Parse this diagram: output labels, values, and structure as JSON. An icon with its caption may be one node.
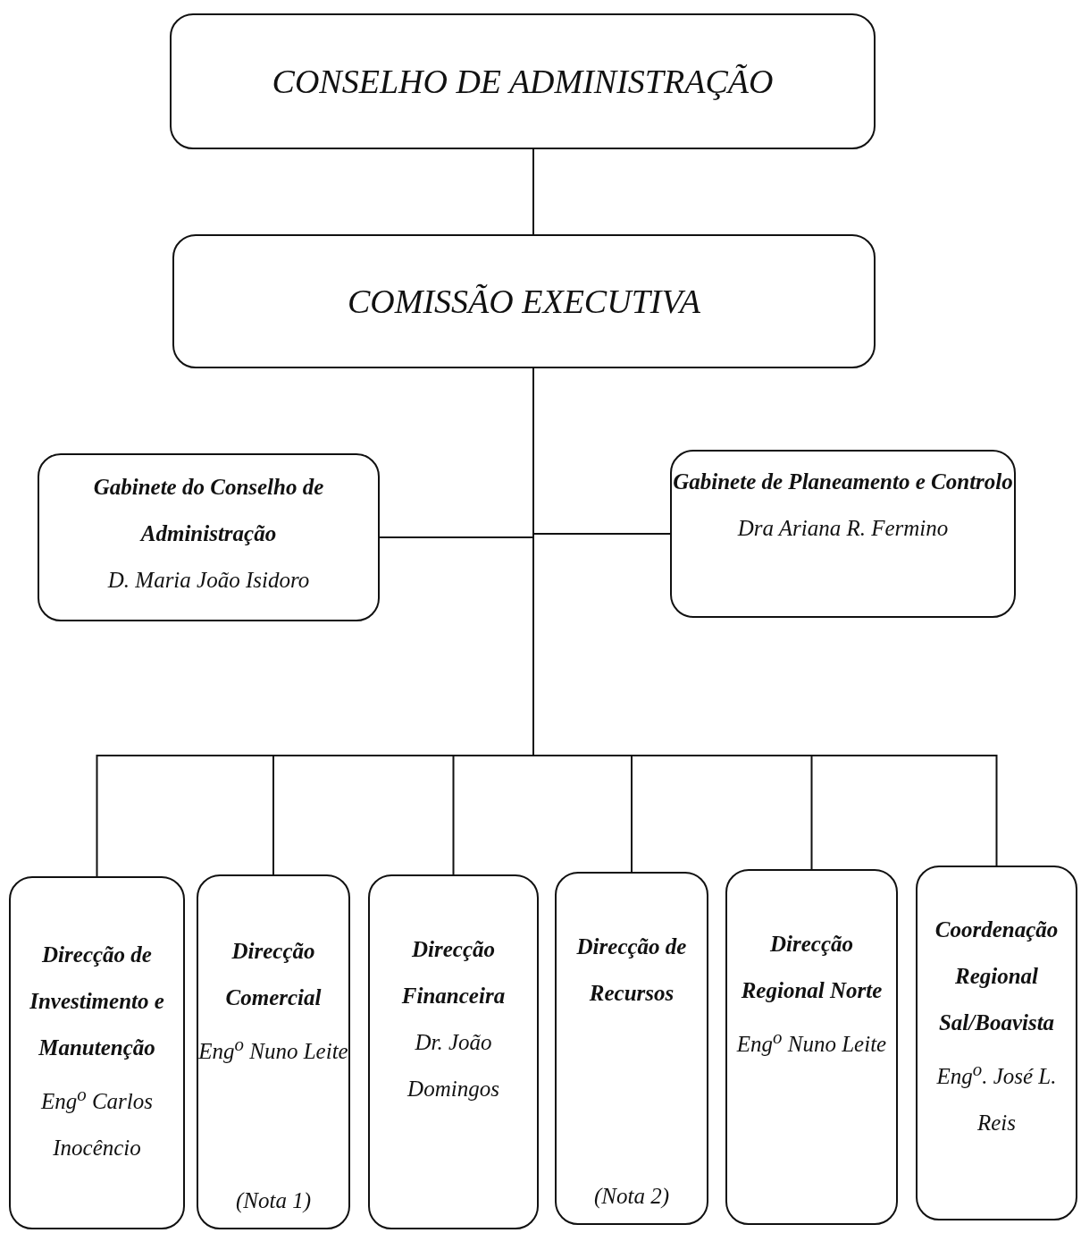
{
  "diagram": {
    "nodes": [
      {
        "text": [
          "CONSELHO DE ADMINISTRAÇÃO"
        ]
      },
      {
        "text": [
          "COMISSÃO EXECUTIVA"
        ]
      },
      {
        "text": [
          "Gabinete do Conselho de Administração",
          "D. Maria João Isidoro"
        ]
      },
      {
        "text": [
          "Gabinete de Planeamento e Controlo",
          "Dra Ariana R. Fermino"
        ]
      },
      {
        "text": [
          "Direcção de Investimento e Manutenção",
          "Eng$^{o}$ Carlos Inocêncio"
        ]
      },
      {
        "text": [
          "Direcção Comercial",
          "Eng$^{o}$ Nuno Leite",
          "(Nota 1)"
        ]
      },
      {
        "text": [
          "Direcção Financeira",
          "Dr. João Domingos"
        ]
      },
      {
        "text": [
          "Direcção de Recursos",
          "(Nota 2)"
        ]
      },
      {
        "text": [
          "Direcção Regional Norte",
          "Eng$^{o}$ Nuno Leite"
        ]
      },
      {
        "text": [
          "Coordenação Regional Sal/Boavista",
          "Eng$^{o}$. José L. Reis"
        ]
      }
    ],
    "edges": [
      {
        "from": 0,
        "to": 1,
        "arrow": "none"
      },
      {
        "from": 1,
        "to": 2,
        "arrow": "none"
      },
      {
        "from": 1,
        "to": 3,
        "arrow": "none"
      },
      {
        "from": 1,
        "to": 4,
        "arrow": "none"
      },
      {
        "from": 1,
        "to": 5,
        "arrow": "none"
      },
      {
        "from": 1,
        "to": 6,
        "arrow": "none"
      },
      {
        "from": 1,
        "to": 7,
        "arrow": "none"
      },
      {
        "from": 1,
        "to": 8,
        "arrow": "none"
      },
      {
        "from": 1,
        "to": 9,
        "arrow": "none"
      }
    ]
  }
}
